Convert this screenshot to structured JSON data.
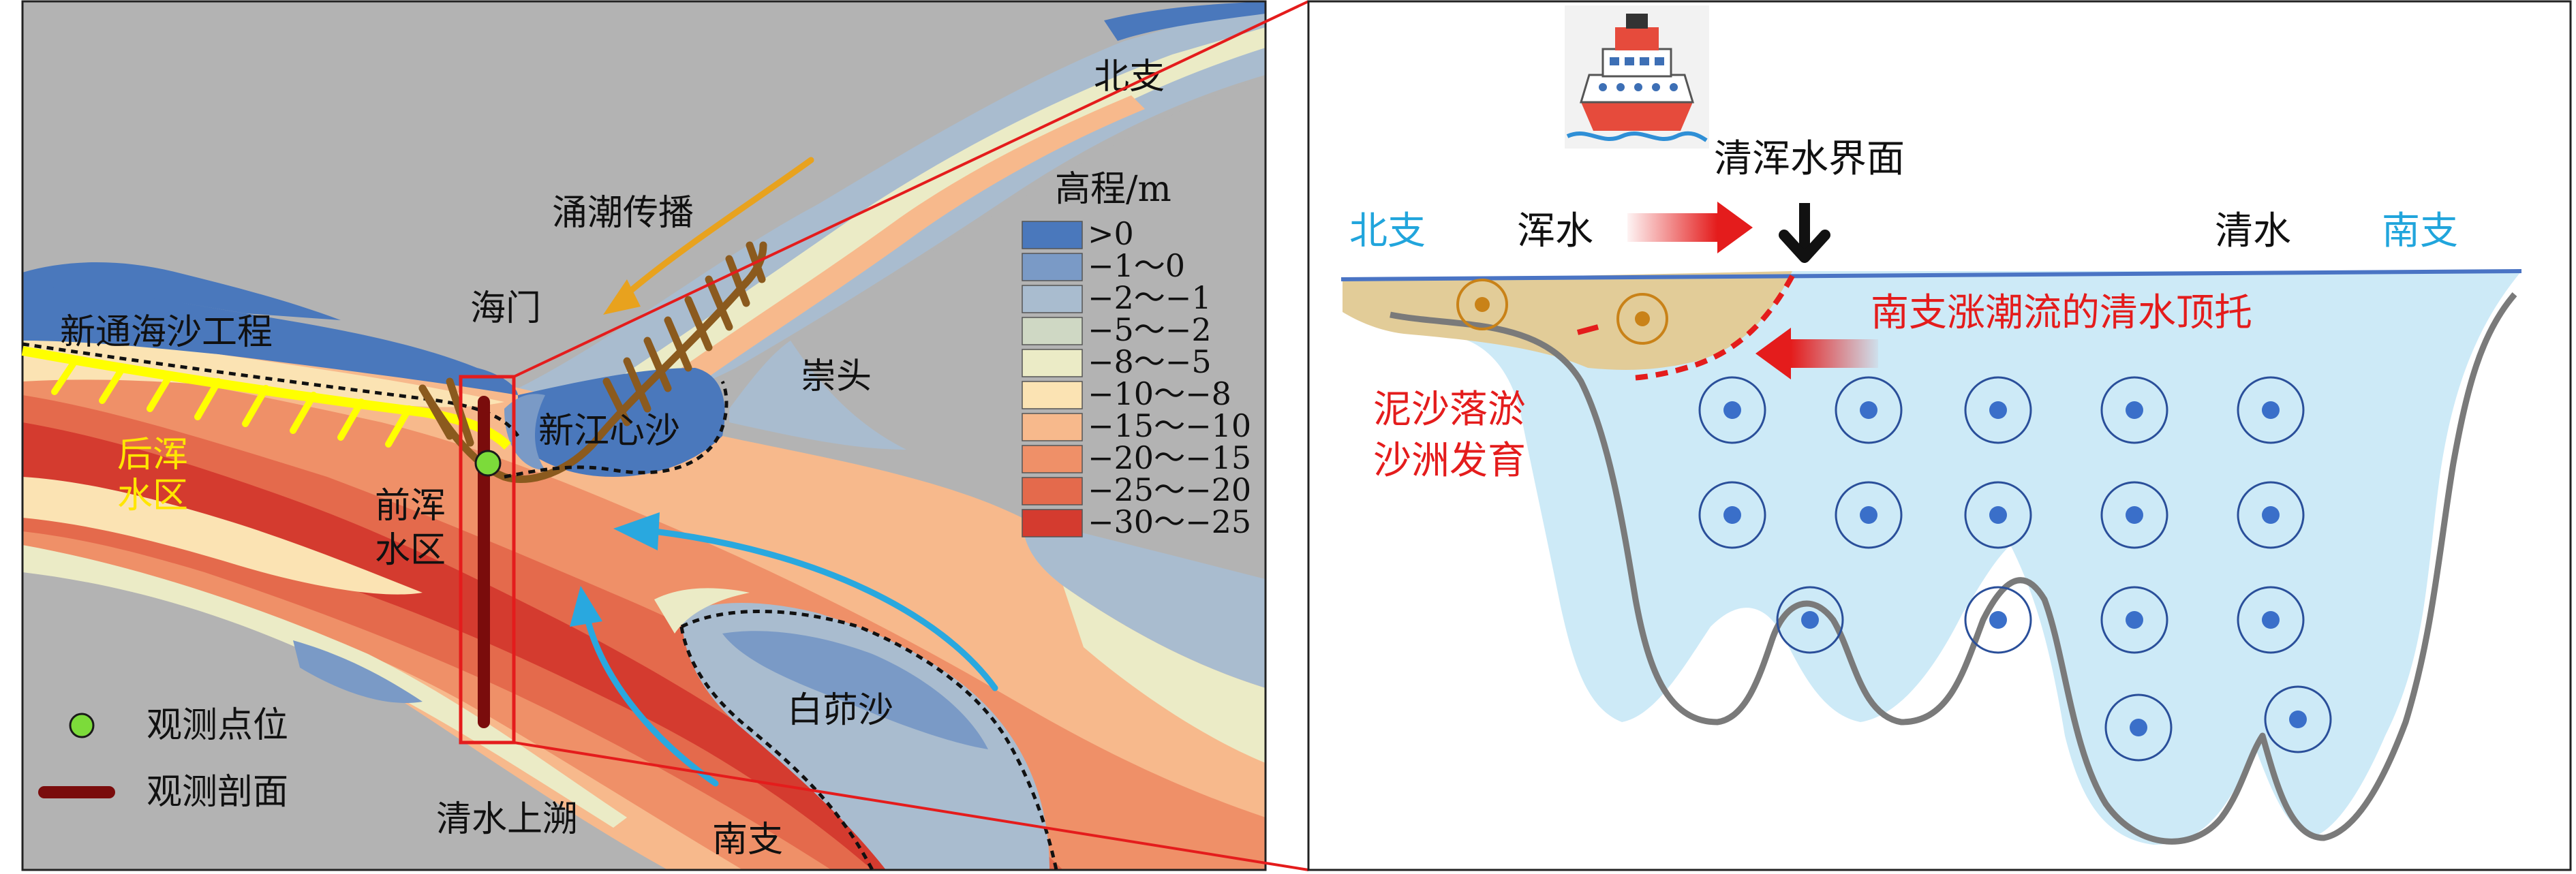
{
  "map": {
    "labels": {
      "north_branch": "北支",
      "surge_propagation": "涌潮传播",
      "haimen": "海门",
      "xintong_project": "新通海沙工程",
      "chongtou": "崇头",
      "xinjiangxinsha": "新江心沙",
      "back_turbid_zone_1": "后浑",
      "back_turbid_zone_2": "水区",
      "front_turbid_zone_1": "前浑",
      "front_turbid_zone_2": "水区",
      "baimaosha": "白茆沙",
      "clear_water_upstream": "清水上溯",
      "south_branch": "南支"
    },
    "legend": {
      "title": "高程/m",
      "items": [
        {
          "label": ">0",
          "color": "#4a78bc"
        },
        {
          "label": "−1～0",
          "color": "#7a9ac6"
        },
        {
          "label": "−2～−1",
          "color": "#a9bccf"
        },
        {
          "label": "−5～−2",
          "color": "#cfd8c4"
        },
        {
          "label": "−8～−5",
          "color": "#ebebc6"
        },
        {
          "label": "−10～−8",
          "color": "#fbe3b3"
        },
        {
          "label": "−15～−10",
          "color": "#f7b98c"
        },
        {
          "label": "−20～−15",
          "color": "#ef9068"
        },
        {
          "label": "−25～−20",
          "color": "#e46a4c"
        },
        {
          "label": "−30～−25",
          "color": "#d43b2f"
        }
      ]
    },
    "symbols": {
      "observation_point": "观测点位",
      "observation_profile": "观测剖面"
    },
    "colors": {
      "background": "#b3b3b3",
      "land": "#4a78bc",
      "flow_arrow": "#29a8df",
      "surge_arrow": "#e8a21e",
      "project_hatch": "#ffff00",
      "sandbar_hatch": "#8b5a1e",
      "profile_line": "#7a0c0c",
      "observation_point": "#7cdb3a",
      "selection_box": "#e41c1c"
    }
  },
  "schematic": {
    "labels": {
      "interface": "清浑水界面",
      "north_branch": "北支",
      "turbid_water": "浑水",
      "clear_water": "清水",
      "south_branch": "南支",
      "clear_support": "南支涨潮流的清水顶托",
      "deposition_1": "泥沙落淤",
      "deposition_2": "沙洲发育"
    },
    "icons": [
      "ship-icon",
      "down-arrow-icon"
    ],
    "colors": {
      "clear_water": "#cdeaf7",
      "turbid_water": "#e2cc98",
      "water_surface": "#4a74c4",
      "north_south_label": "#21a5dc",
      "red_label": "#e41c1c",
      "sediment_particle": "#c98218",
      "clear_particle": "#3a6fc9"
    }
  }
}
